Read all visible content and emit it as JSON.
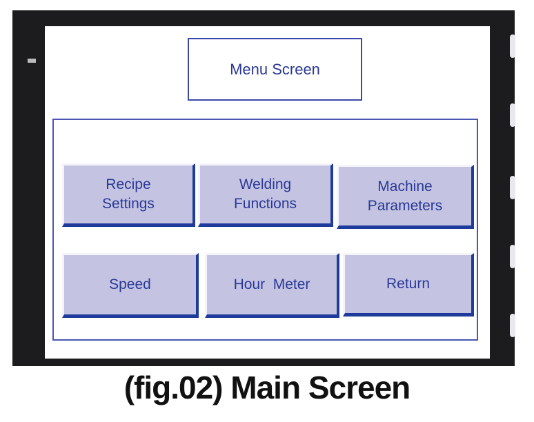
{
  "screen": {
    "title": "Menu Screen",
    "buttons": [
      {
        "label": "Recipe\nSettings"
      },
      {
        "label": "Welding\nFunctions"
      },
      {
        "label": "Machine\nParameters"
      },
      {
        "label": "Speed"
      },
      {
        "label": "Hour  Meter"
      },
      {
        "label": "Return"
      }
    ]
  },
  "caption": "(fig.02) Main Screen"
}
